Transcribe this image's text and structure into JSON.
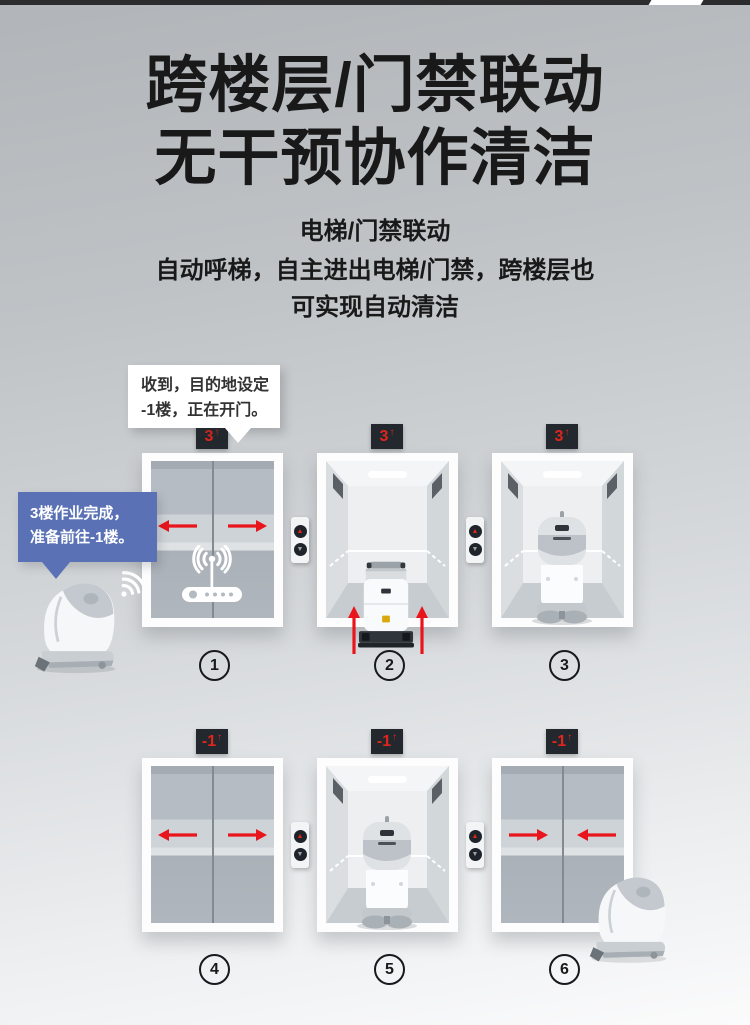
{
  "header": {
    "title_line1": "跨楼层/门禁联动",
    "title_line2": "无干预协作清洁",
    "subtitle": "电梯/门禁联动",
    "desc_line1": "自动呼梯，自主进出电梯/门禁，跨楼层也",
    "desc_line2": "可实现自动清洁"
  },
  "bubbles": {
    "white": {
      "line1": "收到，目的地设定",
      "line2": "-1楼，正在开门。"
    },
    "blue": {
      "line1": "3楼作业完成，",
      "line2": "准备前往-1楼。"
    }
  },
  "steps": [
    {
      "number": "1",
      "floor": "3",
      "arrow": "↑"
    },
    {
      "number": "2",
      "floor": "3",
      "arrow": "↑"
    },
    {
      "number": "3",
      "floor": "3",
      "arrow": "↑"
    },
    {
      "number": "4",
      "floor": "-1",
      "arrow": "↑"
    },
    {
      "number": "5",
      "floor": "-1",
      "arrow": "↑"
    },
    {
      "number": "6",
      "floor": "-1",
      "arrow": "↑"
    }
  ],
  "icons": {
    "call_up": "▲",
    "call_down": "▼"
  },
  "colors": {
    "arrow_red": "#e8161c",
    "indicator_bg": "#23282e",
    "indicator_text": "#e0261c",
    "bubble_blue": "#5a72b5",
    "elevator_frame": "#fdfdfe",
    "door_gray": "#b6bcc3"
  }
}
